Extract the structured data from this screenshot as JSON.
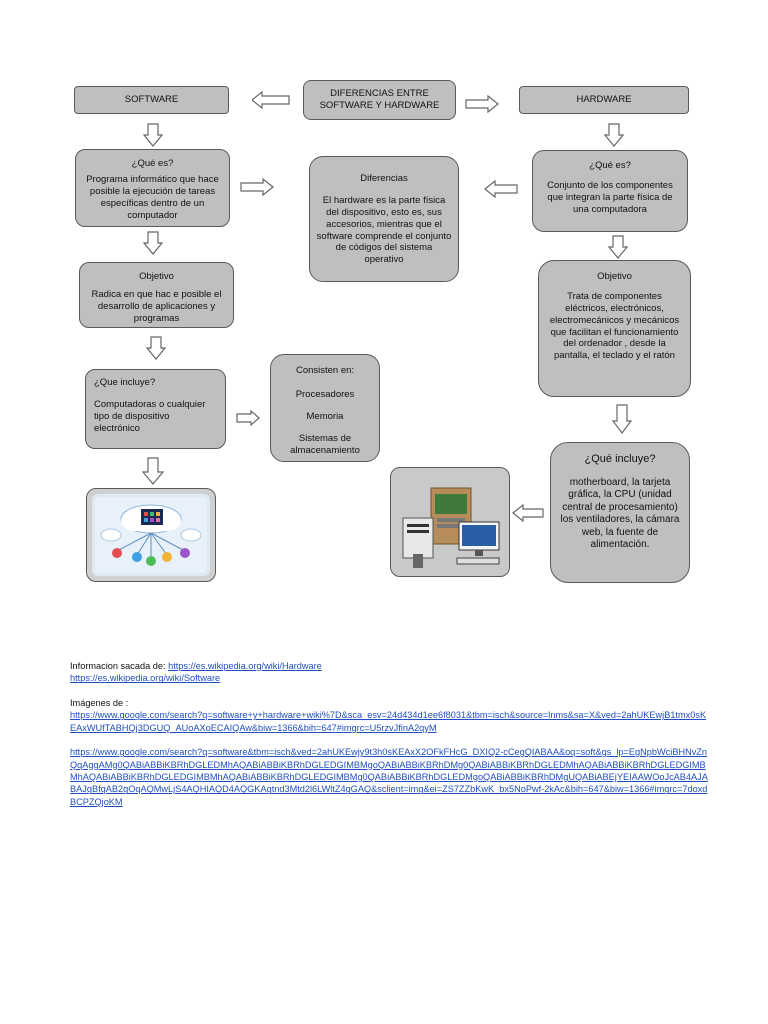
{
  "diagram": {
    "center_title": "DIFERENCIAS ENTRE SOFTWARE Y HARDWARE",
    "software": {
      "header": "SOFTWARE",
      "que_es_title": "¿Qué es?",
      "que_es_body": "Programa informático que hace posible la ejecución de tareas específicas dentro de un computador",
      "objetivo_title": "Objetivo",
      "objetivo_body": "Radica en que hac e posible el desarrollo de aplicaciones y programas",
      "incluye_title": "¿Que incluye?",
      "incluye_body": "Computadoras o cualquier tipo de dispositivo electrónico",
      "consisten_title": "Consisten en:",
      "consisten_items": [
        "Procesadores",
        "Memoria",
        "Sistemas de almacenamiento"
      ]
    },
    "diferencias": {
      "title": "Diferencias",
      "body": "El hardware es la parte física del dispositivo, esto es, sus accesorios, mientras que el software comprende el conjunto de códigos del sistema operativo"
    },
    "hardware": {
      "header": "HARDWARE",
      "que_es_title": "¿Qué es?",
      "que_es_body": "Conjunto de los componentes que integran la parte física de una computadora",
      "objetivo_title": "Objetivo",
      "objetivo_body": "Trata de componentes eléctricos, electrónicos, electromecánicos y mecánicos que facilitan el funcionamiento del ordenador , desde la pantalla, el teclado y el ratón",
      "incluye_title": "¿Qué incluye?",
      "incluye_body": "motherboard, la tarjeta gráfica, la CPU (unidad central de procesamiento) los ventiladores, la cámara web, la fuente de alimentación."
    }
  },
  "references": {
    "info_label": "Informacion sacada de:",
    "link_hardware": "https://es.wikipedia.org/wiki/Hardware",
    "link_software": "https://es.wikipedia.org/wiki/Software",
    "images_label": "Imágenes de :",
    "image_link_1": "https://www.google.com/search?q=software+y+hardware+wiki%7D&sca_esv=24d434d1ee6f8031&tbm=isch&source=lnms&sa=X&ved=2ahUKEwjB1tmx0sKEAxWUfTABHQj3DGUQ_AUoAXoECAIQAw&biw=1366&bih=647#imgrc=U5rzvJfinA2qyM",
    "image_link_2": "https://www.google.com/search?q=software&tbm=isch&ved=2ahUKEwjy9t3h0sKEAxX2OFkFHcG_DXIQ2-cCegQIABAA&oq=soft&gs_lp=EgNpbWciBHNvZnQqAggAMg0QABiABBiKBRhDGLEDMhAQABiABBiKBRhDGLEDGIMBMgoQABiABBiKBRhDMg0QABiABBiKBRhDGLEDMhAQABiABBiKBRhDGLEDGIMBMhAQABiABBiKBRhDGLEDGIMBMhAQABiABBiKBRhDGLEDGIMBMg0QABiABBiKBRhDGLEDMgoQABiABBiKBRhDMgUQABiABEjYEIAAWOoJcAB4AJABAJgBfqAB2gOqAQMwLjS4AQHIAQD4AQGKAgtnd3Mtd2l6LWltZ4gGAQ&sclient=img&ei=ZS7ZZbKwK_bx5NoPwf-2kAc&bih=647&biw=1366#imgrc=7doxdBCPZQjoKM"
  }
}
